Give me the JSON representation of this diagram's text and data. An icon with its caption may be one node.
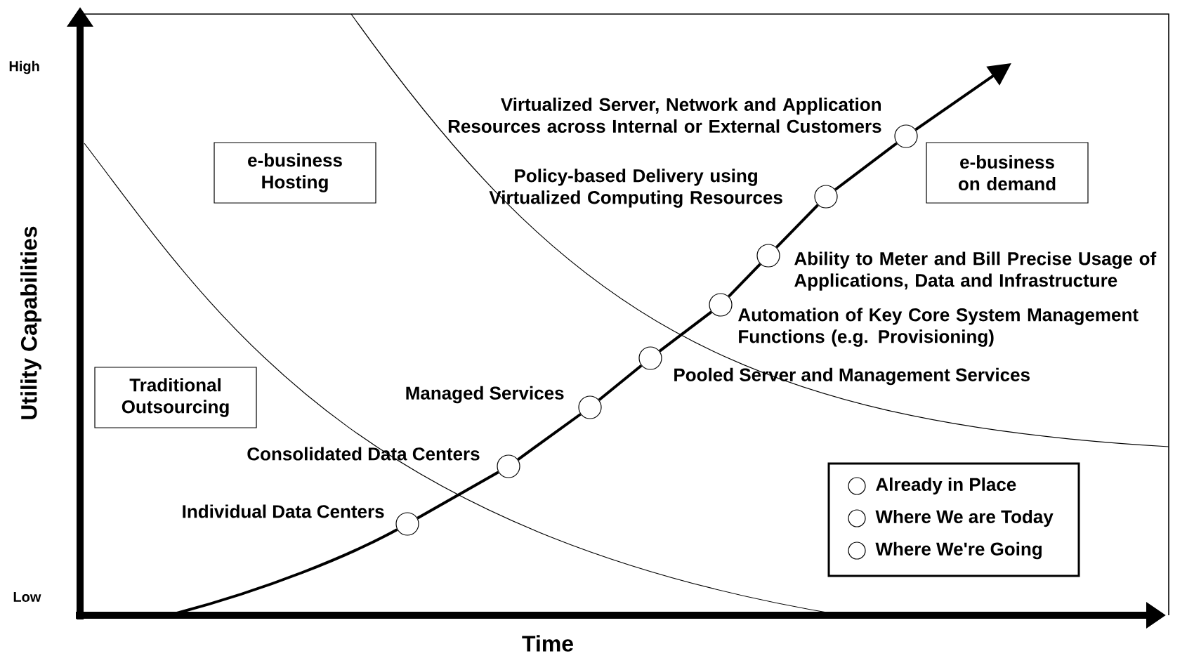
{
  "diagram": {
    "nodes": [
      {
        "text": [
          "e-business Hosting"
        ]
      },
      {
        "text": [
          "e-business on demand"
        ]
      },
      {
        "text": [
          "Traditional Outsourcing"
        ]
      },
      {
        "text": [],
        "shape": "circle",
        "beside": [
          "Individual Data Centers"
        ]
      },
      {
        "text": [],
        "shape": "circle",
        "beside": [
          "Consolidated Data Centers"
        ]
      },
      {
        "text": [],
        "shape": "circle",
        "beside": [
          "Managed Services"
        ]
      },
      {
        "text": [],
        "shape": "circle",
        "beside": [
          "Pooled Server and Management Services"
        ]
      },
      {
        "text": [],
        "shape": "circle",
        "beside": [
          "Automation of Key Core System Management Functions (e.g. Provisioning)"
        ]
      },
      {
        "text": [],
        "shape": "circle",
        "beside": [
          "Ability to Meter and Bill Precise Usage of Applications, Data and Infrastructure"
        ]
      },
      {
        "text": [],
        "shape": "circle",
        "beside": [
          "Policy-based Delivery using Virtualized Computing Resources"
        ]
      },
      {
        "text": [],
        "shape": "circle",
        "beside": [
          "Virtualized Server, Network and Application Resources across Internal or External Customers"
        ]
      }
    ],
    "edges": [
      {
        "from": null,
        "to": 3,
        "arrow": "none"
      },
      {
        "from": 3,
        "to": 4,
        "arrow": "none"
      },
      {
        "from": 4,
        "to": 5,
        "arrow": "none"
      },
      {
        "from": 5,
        "to": 6,
        "arrow": "none"
      },
      {
        "from": 6,
        "to": 7,
        "arrow": "none"
      },
      {
        "from": 7,
        "to": 8,
        "arrow": "none"
      },
      {
        "from": 8,
        "to": 9,
        "arrow": "none"
      },
      {
        "from": 9,
        "to": 10,
        "arrow": "none"
      },
      {
        "from": 10,
        "to": null,
        "arrow": "to"
      }
    ],
    "labels": [
      "High",
      "Utility Capabilities",
      "Low",
      "Time"
    ],
    "legend": [
      {
        "text": "Already in Place"
      },
      {
        "text": "Where We are Today"
      },
      {
        "text": "Where We're Going"
      }
    ]
  }
}
